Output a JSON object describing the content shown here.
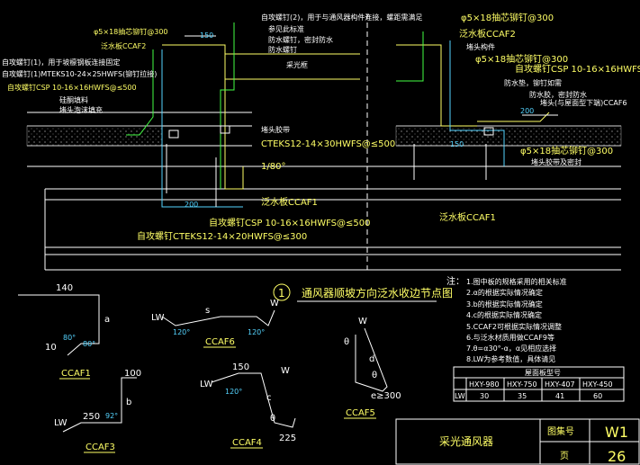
{
  "title_block": {
    "drawing_name": "采光通风器",
    "atlas_label": "图集号",
    "atlas_no": "W1",
    "page_label": "页",
    "page_no": "26"
  },
  "section": {
    "number": "1",
    "title": "通风器顺坡方向泛水收边节点图"
  },
  "callouts_left": {
    "rivet_top": "φ5×18抽芯铆钉@300",
    "flash2": "泛水板CCAF2",
    "self_tap_1": "自攻螺钉(1)，用于坡檩钢板连接固定",
    "self_tap_mteks": "自攻螺钉(1)MTEKS10-24×25HWFS(铆钉拉接)",
    "self_tap_csp": "自攻螺钉CSP 10-16×16HWFS@≤500",
    "sealing": "硅酮填料",
    "foam": "堵头泡沫填充",
    "dim_150": "150",
    "vent_top_note1": "自攻螺钉(2)，用于与通风器构件连接，螺距需满足",
    "vent_top_note2": "参见此标准",
    "vent_top_note3": "防水螺钉，密封防水",
    "vent_top_note4": "防水螺钉",
    "vent_frame": "采光框",
    "cteks": "CTEKS12-14×30HWFS@≤500",
    "seal_tape": "堵头胶带",
    "angle": "1/80°",
    "dim_200": "200",
    "flash1": "泛水板CCAF1",
    "csp_bottom": "自攻螺钉CSP 10-16×16HWFS@≤500",
    "cteks_bottom": "自攻螺钉CTEKS12-14×20HWFS@≤300"
  },
  "callouts_right": {
    "rivet_top": "φ5×18抽芯铆钉@300",
    "flash2": "泛水板CCAF2",
    "stop": "堵头构件",
    "rivet_mid": "φ5×18抽芯铆钉@300",
    "self_tap": "自攻螺钉CSP 10-16×16HWFS@≤500",
    "screw_note": "防水垫，铆钉如需",
    "seal": "防水胶，密封防水",
    "stop_plate": "堵头(与屋面型下端)CCAF6",
    "dim_200": "200",
    "dim_150": "150",
    "rivet_bottom": "φ5×18抽芯铆钉@300",
    "seal2": "堵头胶带及密封",
    "flash1": "泛水板CCAF1"
  },
  "notes": {
    "header": "注：",
    "items": [
      "1.图中板的规格采用的相关标准",
      "2.α的根据实际情况确定",
      "3.b的根据实际情况确定",
      "4.c的根据实际情况确定",
      "5.CCAF2可根据实际情况调整",
      "6.与泛水材质用做CCAF9等",
      "7.θ=α30°-α，α见相应选择",
      "8.LW为参考数值，具体请见"
    ]
  },
  "lw_table": {
    "caption": "屋面板型号",
    "headers": [
      "HXY-980",
      "HXY-750",
      "HXY-407",
      "HXY-450"
    ],
    "row_label": "LW",
    "values": [
      "30",
      "35",
      "41",
      "60"
    ]
  },
  "profiles": {
    "ccaf1": {
      "name": "CCAF1",
      "top": "140",
      "a": "a",
      "left": "10",
      "ang1": "80°",
      "ang2": "80°"
    },
    "ccaf6": {
      "name": "CCAF6",
      "lw": "LW",
      "s": "s",
      "w": "W",
      "ang1": "120°",
      "ang2": "120°"
    },
    "ccaf3": {
      "name": "CCAF3",
      "top": "100",
      "b": "b",
      "lw": "LW",
      "dim": "250",
      "ang": "92°"
    },
    "ccaf4": {
      "name": "CCAF4",
      "top": "150",
      "lw": "LW",
      "ang": "120°",
      "c": "c",
      "theta": "θ",
      "bottom": "225",
      "w": "W"
    },
    "ccaf5": {
      "name": "CCAF5",
      "theta": "θ",
      "d": "d",
      "theta2": "θ",
      "dim": "e≥300",
      "w": "W"
    }
  },
  "colors": {
    "background": "#000000",
    "line": "#ffffff",
    "yellow": "#ffff66",
    "cyan": "#55d4ff",
    "green": "#44ff44",
    "magenta": "#ff44ff",
    "hatch": "#bbbbbb"
  }
}
